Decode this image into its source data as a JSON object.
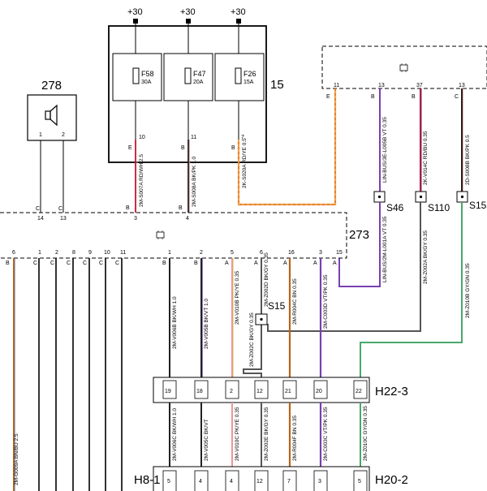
{
  "power": [
    "+30",
    "+30",
    "+30"
  ],
  "fuse_box": {
    "id": "15",
    "fuses": [
      {
        "name": "F58",
        "rating": "30A",
        "pin_out": "10",
        "term": "E"
      },
      {
        "name": "F47",
        "rating": "20A",
        "pin_out": "11",
        "term": "B"
      },
      {
        "name": "F26",
        "rating": "15A",
        "pin_out": "7",
        "term": "B"
      }
    ]
  },
  "speaker": {
    "id": "278",
    "pins": [
      "1",
      "2"
    ],
    "terms": [
      "C",
      "C"
    ],
    "bottom_pins": [
      "14",
      "13"
    ]
  },
  "top_right_module": {
    "pins": [
      "11",
      "13",
      "37",
      "13"
    ],
    "terms": [
      "E",
      "B",
      "B",
      "C"
    ]
  },
  "wires": {
    "w_f58": "2M-S007A RD/WH 2.5",
    "w_f47": "2M-S008A BK/PK 1.0",
    "w_f26": "2K-S020A RD/YE 0.5",
    "w_lin_top": "LIN-BUS/3E-L005B VT 0.35",
    "w_k_v014": "2K-V014C RD/BU 0.35",
    "w_d_s008": "2D-S008B BK/PK 0.5",
    "w_lin_bot": "LIN-BUS/2M-L001A VT 0.35",
    "w_z002a": "2M-Z002A BK/GY 0.35",
    "w_z010b": "2M-Z010B GY/GN 0.35",
    "w_g009": "2M-G009A BN/BU 2.5",
    "w_v006b": "2M-V006B BK/WH 1.0",
    "w_v005b": "2M-V005B BK/VT 1.0",
    "w_v010b": "2M-V010B PK/YE 0.35",
    "w_z002c": "2M-Z002C BK/GY 0.35",
    "w_z002d": "2M-Z002D BK/GY 0.35",
    "w_r004c": "2M-R004C BN 0.35",
    "w_c003d": "2M-C003D VT/PK 0.35",
    "w_v006c": "2M-V006C BK/WH 1.0",
    "w_v005c": "2M-V005C BK/VT",
    "w_v010c": "2M-V010C PK/YE 0.35",
    "w_z002e": "2M-Z002E BK/GY 0.35",
    "w_r004f": "2M-R004F BN 0.35",
    "w_c003c": "2M-C003C VT/PK 0.35",
    "w_z010c": "2M-Z010C GY/GN 0.35"
  },
  "splices": [
    "S46",
    "S110",
    "S15",
    "S15"
  ],
  "module_273": {
    "id": "273",
    "top_pins": [
      "14",
      "13",
      "3",
      "4"
    ],
    "top_terms": [
      "C",
      "C",
      "B",
      "B"
    ],
    "bottom_pins": [
      "6",
      "1",
      "2",
      "8",
      "9",
      "10",
      "11",
      "1",
      "2",
      "5",
      "6",
      "16",
      "3",
      "15"
    ],
    "bottom_terms": [
      "B",
      "C",
      "C",
      "C",
      "C",
      "C",
      "C",
      "B",
      "B",
      "A",
      "A",
      "A",
      "A",
      "A"
    ]
  },
  "connectors": {
    "h22_3": {
      "label": "H22-3",
      "pins": [
        "19",
        "18",
        "2",
        "12",
        "21",
        "20",
        "22"
      ]
    },
    "h20_2": {
      "label": "H20-2",
      "pins": [
        "4",
        "4",
        "12",
        "7",
        "3",
        "5"
      ]
    },
    "h8_1": {
      "label": "H8-1",
      "pins": [
        "5"
      ]
    }
  },
  "colors": {
    "orange": "#e8822a",
    "purple": "#7a3fb0",
    "green": "#4aa86a",
    "red": "#c0192c",
    "pink": "#e89a9a",
    "gray": "#555555",
    "brown": "#b5651d"
  }
}
